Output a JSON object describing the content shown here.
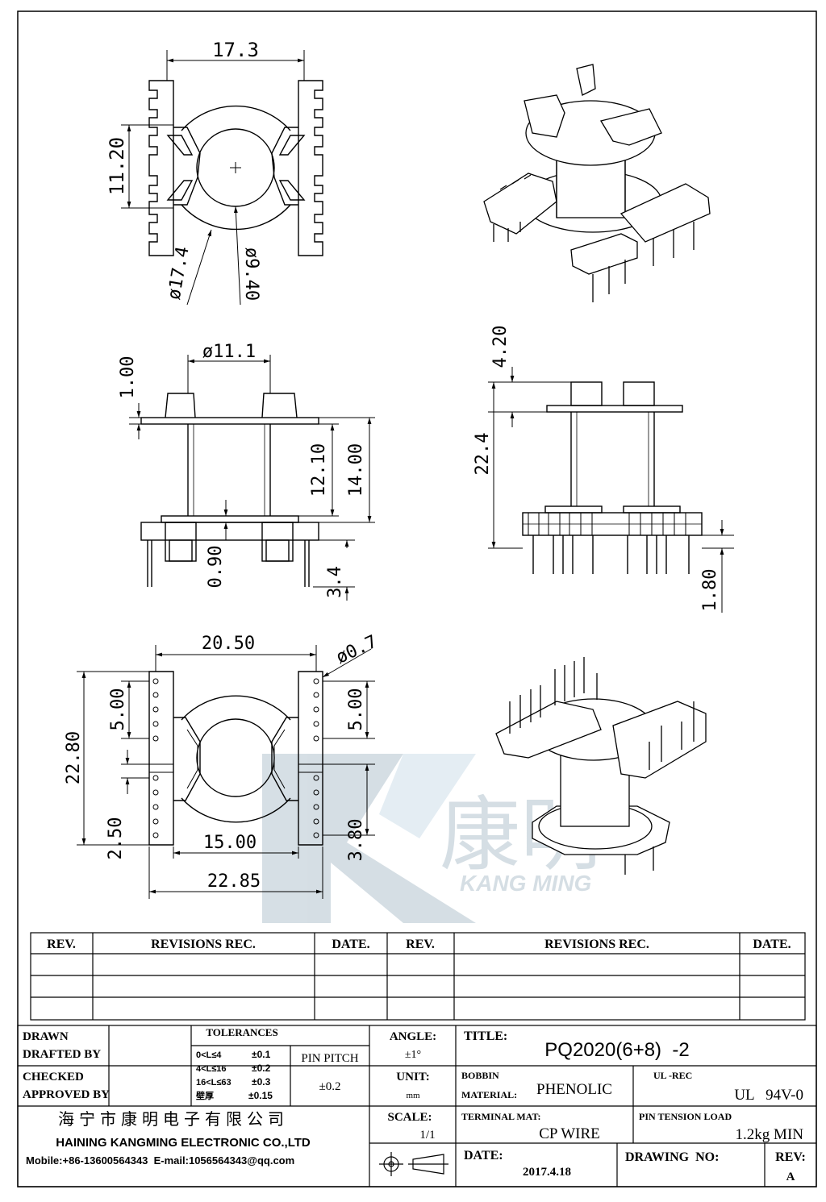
{
  "dimensions": {
    "top_width": "17.3",
    "top_height": "11.20",
    "top_dia_outer": "ø17.4",
    "top_dia_inner": "ø9.40",
    "side_dia": "ø11.1",
    "side_flange": "1.00",
    "side_inner": "12.10",
    "side_height": "14.00",
    "side_base": "0.90",
    "side_pin": "3.4",
    "right_top": "4.20",
    "right_height": "22.4",
    "right_pin": "1.80",
    "bottom_width": "20.50",
    "bottom_pin_dia": "ø0.7",
    "bottom_left_upper": "5.00",
    "bottom_right_upper": "5.00",
    "bottom_height": "22.80",
    "bottom_left_lower": "2.50",
    "bottom_right_lower": "3.80",
    "bottom_inner": "15.00",
    "bottom_overall": "22.85"
  },
  "watermark": {
    "brand_cn": "康明",
    "brand_en": "KANG MING"
  },
  "revisions": {
    "headers": [
      "REV.",
      "REVISIONS REC.",
      "DATE.",
      "REV.",
      "REVISIONS REC.",
      "DATE."
    ]
  },
  "title_block": {
    "drawn_label": "DRAWN",
    "drafted_label": "DRAFTED BY",
    "checked_label": "CHECKED",
    "approved_label": "APPROVED BY",
    "tolerances_label": "TOLERANCES",
    "tolerances": [
      {
        "range": "0<L≤4",
        "value": "±0.1"
      },
      {
        "range": "4<L≤16",
        "value": "±0.2"
      },
      {
        "range": "16<L≤63",
        "value": "±0.3"
      },
      {
        "range": "壁厚",
        "value": "±0.15"
      }
    ],
    "pin_pitch_label": "PIN PITCH",
    "pin_pitch_value": "±0.2",
    "angle_label": "ANGLE:",
    "angle_value": "±1°",
    "unit_label": "UNIT:",
    "unit_value": "mm",
    "scale_label": "SCALE:",
    "scale_value": "1/1",
    "title_label": "TITLE:",
    "title_value": "PQ2020(6+8)  -2",
    "bobbin_label": "BOBBIN",
    "material_label": "MATERIAL:",
    "material_value": "PHENOLIC",
    "ul_label": "UL -REC",
    "ul_value": "UL   94V-0",
    "terminal_label": "TERMINAL MAT:",
    "terminal_value": "CP WIRE",
    "tension_label": "PIN TENSION LOAD",
    "tension_value": "1.2kg MIN",
    "date_label": "DATE:",
    "date_value": "2017.4.18",
    "drawing_no_label": "DRAWING  NO:",
    "rev_label": "REV:",
    "rev_value": "A",
    "company_cn": "海宁市康明电子有限公司",
    "company_en": "HAINING KANGMING ELECTRONIC CO.,LTD",
    "contact": "Mobile:+86-13600564343  E-mail:1056564343@qq.com"
  }
}
